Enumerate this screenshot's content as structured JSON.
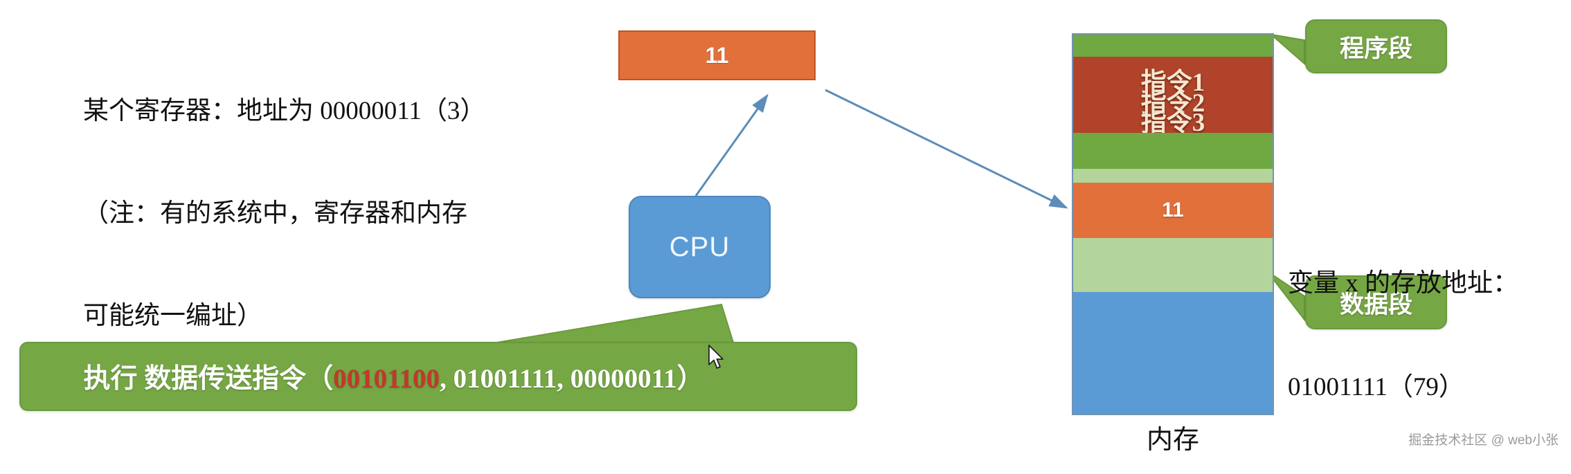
{
  "note": {
    "line1": "某个寄存器：地址为 00000011（3）",
    "line2": "（注：有的系统中，寄存器和内存",
    "line3": "可能统一编址）"
  },
  "register": {
    "value": "11",
    "fill_color": "#E2703A",
    "border_color": "#C1541F"
  },
  "cpu": {
    "label": "CPU",
    "fill_color": "#5B9BD5"
  },
  "instruction_banner": {
    "prefix": "执行 数据传送指令（",
    "opcode": "00101100",
    "separator1": ", ",
    "operand1": "01001111",
    "separator2": ", ",
    "operand2": "00000011",
    "suffix": "）",
    "fill_color": "#76A745",
    "opcode_color": "#C0392B"
  },
  "memory": {
    "caption": "内存",
    "bands": [
      {
        "name": "program-top-green",
        "color": "#70A842",
        "height": 32,
        "label": ""
      },
      {
        "name": "instruction-block",
        "color": "#B0432A",
        "height": 110,
        "label": ""
      },
      {
        "name": "program-mid-green",
        "color": "#70A842",
        "height": 52,
        "label": ""
      },
      {
        "name": "divider-light-green",
        "color": "#B3D49A",
        "height": 20,
        "label": ""
      },
      {
        "name": "variable-x-cell",
        "color": "#E2703A",
        "height": 80,
        "label": "11"
      },
      {
        "name": "data-light-green",
        "color": "#B3D49A",
        "height": 78,
        "label": ""
      },
      {
        "name": "free-blue",
        "color": "#5B9BD5",
        "height": 176,
        "label": ""
      }
    ],
    "instruction_lines": [
      "指令1",
      "指令2",
      "指令3"
    ]
  },
  "callouts": {
    "program_segment": "程序段",
    "data_segment": "数据段",
    "fill_color": "#76A745"
  },
  "variable_note": {
    "line1": "变量 x 的存放地址：",
    "line2": "01001111（79）"
  },
  "watermark": "掘金技术社区 @ web小张",
  "arrows": {
    "color": "#5B8DB8"
  }
}
